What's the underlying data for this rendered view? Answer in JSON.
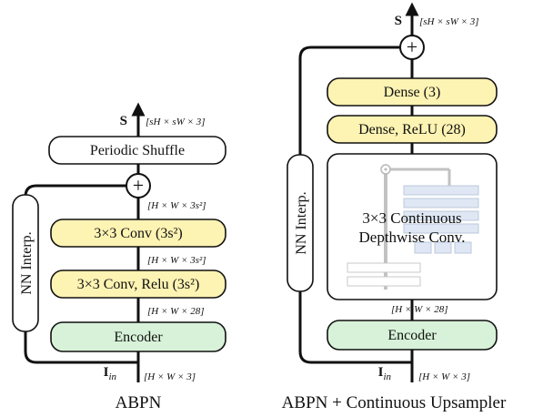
{
  "left": {
    "caption": "ABPN",
    "output_symbol": "S",
    "output_dim": "[sH × sW × 3]",
    "shuffle_label": "Periodic Shuffle",
    "shuffle_in_dim": "[H × W × 3s²]",
    "conv1_label": "3×3 Conv (3s²)",
    "conv1_in_dim": "[H × W × 3s²]",
    "conv2_label": "3×3 Conv, Relu (3s²)",
    "conv2_in_dim": "[H × W × 28]",
    "encoder_label": "Encoder",
    "input_symbol": "I",
    "input_sub": "in",
    "input_dim": "[H × W × 3]",
    "interp_label": "NN Interp."
  },
  "right": {
    "caption": "ABPN + Continuous Upsampler",
    "output_symbol": "S",
    "output_dim": "[sH × sW × 3]",
    "dense1_label": "Dense (3)",
    "dense2_label": "Dense, ReLU (28)",
    "cont_label_line1": "3×3 Continuous",
    "cont_label_line2": "Depthwise Conv.",
    "cont_in_dim": "[H × W × 28]",
    "encoder_label": "Encoder",
    "input_symbol": "I",
    "input_sub": "in",
    "input_dim": "[H × W × 3]",
    "interp_label": "NN Interp."
  },
  "colors": {
    "conv_fill": "#fdf3b3",
    "encoder_fill": "#d7f2d8",
    "box_stroke": "#111111",
    "line": "#111111"
  }
}
